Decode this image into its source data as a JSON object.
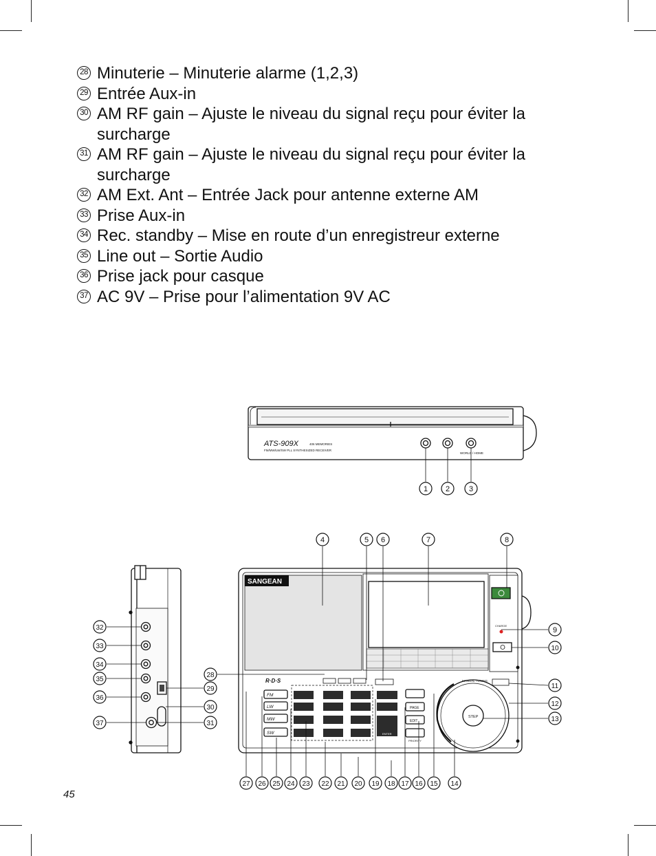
{
  "items": [
    {
      "num": "28",
      "text": "Minuterie – Minuterie alarme (1,2,3)"
    },
    {
      "num": "29",
      "text": "Entrée Aux-in"
    },
    {
      "num": "30",
      "text": "AM RF gain – Ajuste le niveau du signal reçu pour éviter la surcharge"
    },
    {
      "num": "31",
      "text": "AM RF gain – Ajuste le niveau du signal reçu pour éviter la surcharge"
    },
    {
      "num": "32",
      "text": "AM Ext. Ant – Entrée Jack pour antenne externe AM"
    },
    {
      "num": "33",
      "text": "Prise Aux-in"
    },
    {
      "num": "34",
      "text": "Rec. standby – Mise en route d’un enregistreur externe"
    },
    {
      "num": "35",
      "text": "Line out – Sortie Audio"
    },
    {
      "num": "36",
      "text": "Prise jack pour casque"
    },
    {
      "num": "37",
      "text": "AC 9V – Prise pour l’alimentation 9V AC"
    }
  ],
  "page_number": "45",
  "figure": {
    "top_view": {
      "model": "ATS-909X",
      "memories": "406 MEMORIES",
      "subtitle": "FM/MW/LW/SW PLL SYNTHESIZED RECEIVER",
      "world_home": "WORLD / HOME",
      "callouts": [
        "1",
        "2",
        "3"
      ]
    },
    "front_view": {
      "brand": "SANGEAN",
      "rds": "R·D·S",
      "manual_tuning": "MANUAL TUNING",
      "step": "STEP",
      "charge": "CHARGE",
      "page": "PAGE",
      "edit": "EDIT",
      "priority": "PRIORITY",
      "enter": "ENTER",
      "band_buttons": [
        "FM",
        "LW",
        "MW",
        "SW"
      ],
      "callouts_top": [
        "4",
        "5",
        "6",
        "7",
        "8"
      ],
      "callouts_right": [
        "9",
        "10",
        "11",
        "12",
        "13"
      ],
      "callouts_bottom": [
        "27",
        "26",
        "25",
        "24",
        "23",
        "22",
        "21",
        "20",
        "19",
        "18",
        "17",
        "16",
        "15",
        "14"
      ]
    },
    "side_view": {
      "callouts_left": [
        "32",
        "33",
        "34",
        "35",
        "36",
        "37"
      ],
      "callouts_right": [
        "28",
        "29",
        "30",
        "31"
      ]
    }
  }
}
